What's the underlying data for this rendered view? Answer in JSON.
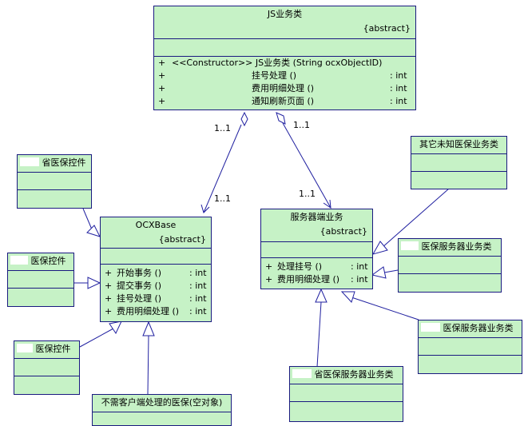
{
  "classes": {
    "js": {
      "name": "JS业务类",
      "stereotype": "{abstract}",
      "operations": [
        {
          "vis": "+",
          "name": "<<Constructor>>   JS业务类 (String ocxObjectID)",
          "type": ""
        },
        {
          "vis": "+",
          "name": "挂号处理 ()",
          "type": ": int"
        },
        {
          "vis": "+",
          "name": "费用明细处理 ()",
          "type": ": int"
        },
        {
          "vis": "+",
          "name": "通知刷新页面 ()",
          "type": ": int"
        }
      ]
    },
    "ocxbase": {
      "name": "OCXBase",
      "stereotype": "{abstract}",
      "operations": [
        {
          "vis": "+",
          "name": "开始事务 ()",
          "type": ": int"
        },
        {
          "vis": "+",
          "name": "提交事务 ()",
          "type": ": int"
        },
        {
          "vis": "+",
          "name": "挂号处理 ()",
          "type": ": int"
        },
        {
          "vis": "+",
          "name": "费用明细处理 ()",
          "type": ": int"
        }
      ]
    },
    "server": {
      "name": "服务器端业务",
      "stereotype": "{abstract}",
      "operations": [
        {
          "vis": "+",
          "name": "处理挂号 ()",
          "type": ": int"
        },
        {
          "vis": "+",
          "name": "费用明细处理 ()",
          "type": ": int"
        }
      ]
    },
    "prov_ctrl": {
      "name": "省医保控件"
    },
    "ctrl_a": {
      "name": "医保控件"
    },
    "ctrl_b": {
      "name": "医保控件"
    },
    "null_obj": {
      "name": "不需客户端处理的医保(空对象)"
    },
    "other": {
      "name": "其它未知医保业务类"
    },
    "svc_a": {
      "name": "医保服务器业务类"
    },
    "svc_b": {
      "name": "医保服务器业务类"
    },
    "prov_svc": {
      "name": "省医保服务器业务类"
    }
  },
  "multiplicities": {
    "js_left": "1..1",
    "js_right": "1..1",
    "ocx_end": "1..1",
    "server_end": "1..1"
  },
  "colors": {
    "box_fill": "#c6f2c6",
    "box_border": "#1a1a80",
    "line": "#2020a0"
  }
}
